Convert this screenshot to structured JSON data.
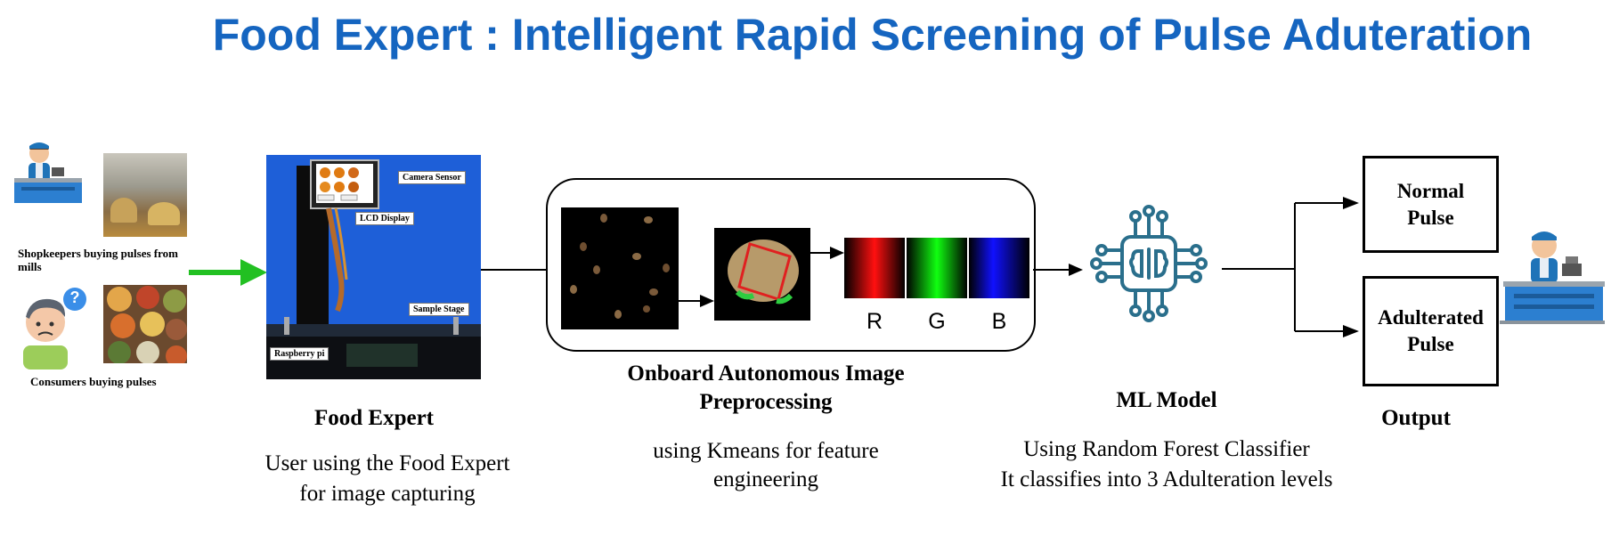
{
  "title": "Food Expert : Intelligent Rapid Screening of Pulse Aduteration",
  "sources": {
    "shopkeepers_label": "Shopkeepers buying pulses from mills",
    "consumers_label": "Consumers buying pulses",
    "question_mark": "?"
  },
  "device": {
    "labels": {
      "camera": "Camera Sensor",
      "lcd": "LCD Display",
      "stage": "Sample Stage",
      "pi": "Raspberry pi"
    },
    "heading": "Food Expert",
    "desc_line1": "User using the Food Expert",
    "desc_line2": "for image capturing"
  },
  "preprocessing": {
    "heading_line1": "Onboard Autonomous Image",
    "heading_line2": "Preprocessing",
    "desc_line1": "using Kmeans for feature",
    "desc_line2": "engineering",
    "channels": [
      "R",
      "G",
      "B"
    ]
  },
  "model": {
    "heading": "ML Model",
    "desc_line1": "Using Random Forest Classifier",
    "desc_line2": "It classifies into 3 Adulteration levels"
  },
  "output": {
    "normal_line1": "Normal",
    "normal_line2": "Pulse",
    "adulterated_line1": "Adulterated",
    "adulterated_line2": "Pulse",
    "heading": "Output"
  },
  "colors": {
    "title": "#1565c0",
    "green_arrow": "#22c022",
    "device_bg": "#1e5fd8",
    "icon": "#2a6f8c"
  }
}
